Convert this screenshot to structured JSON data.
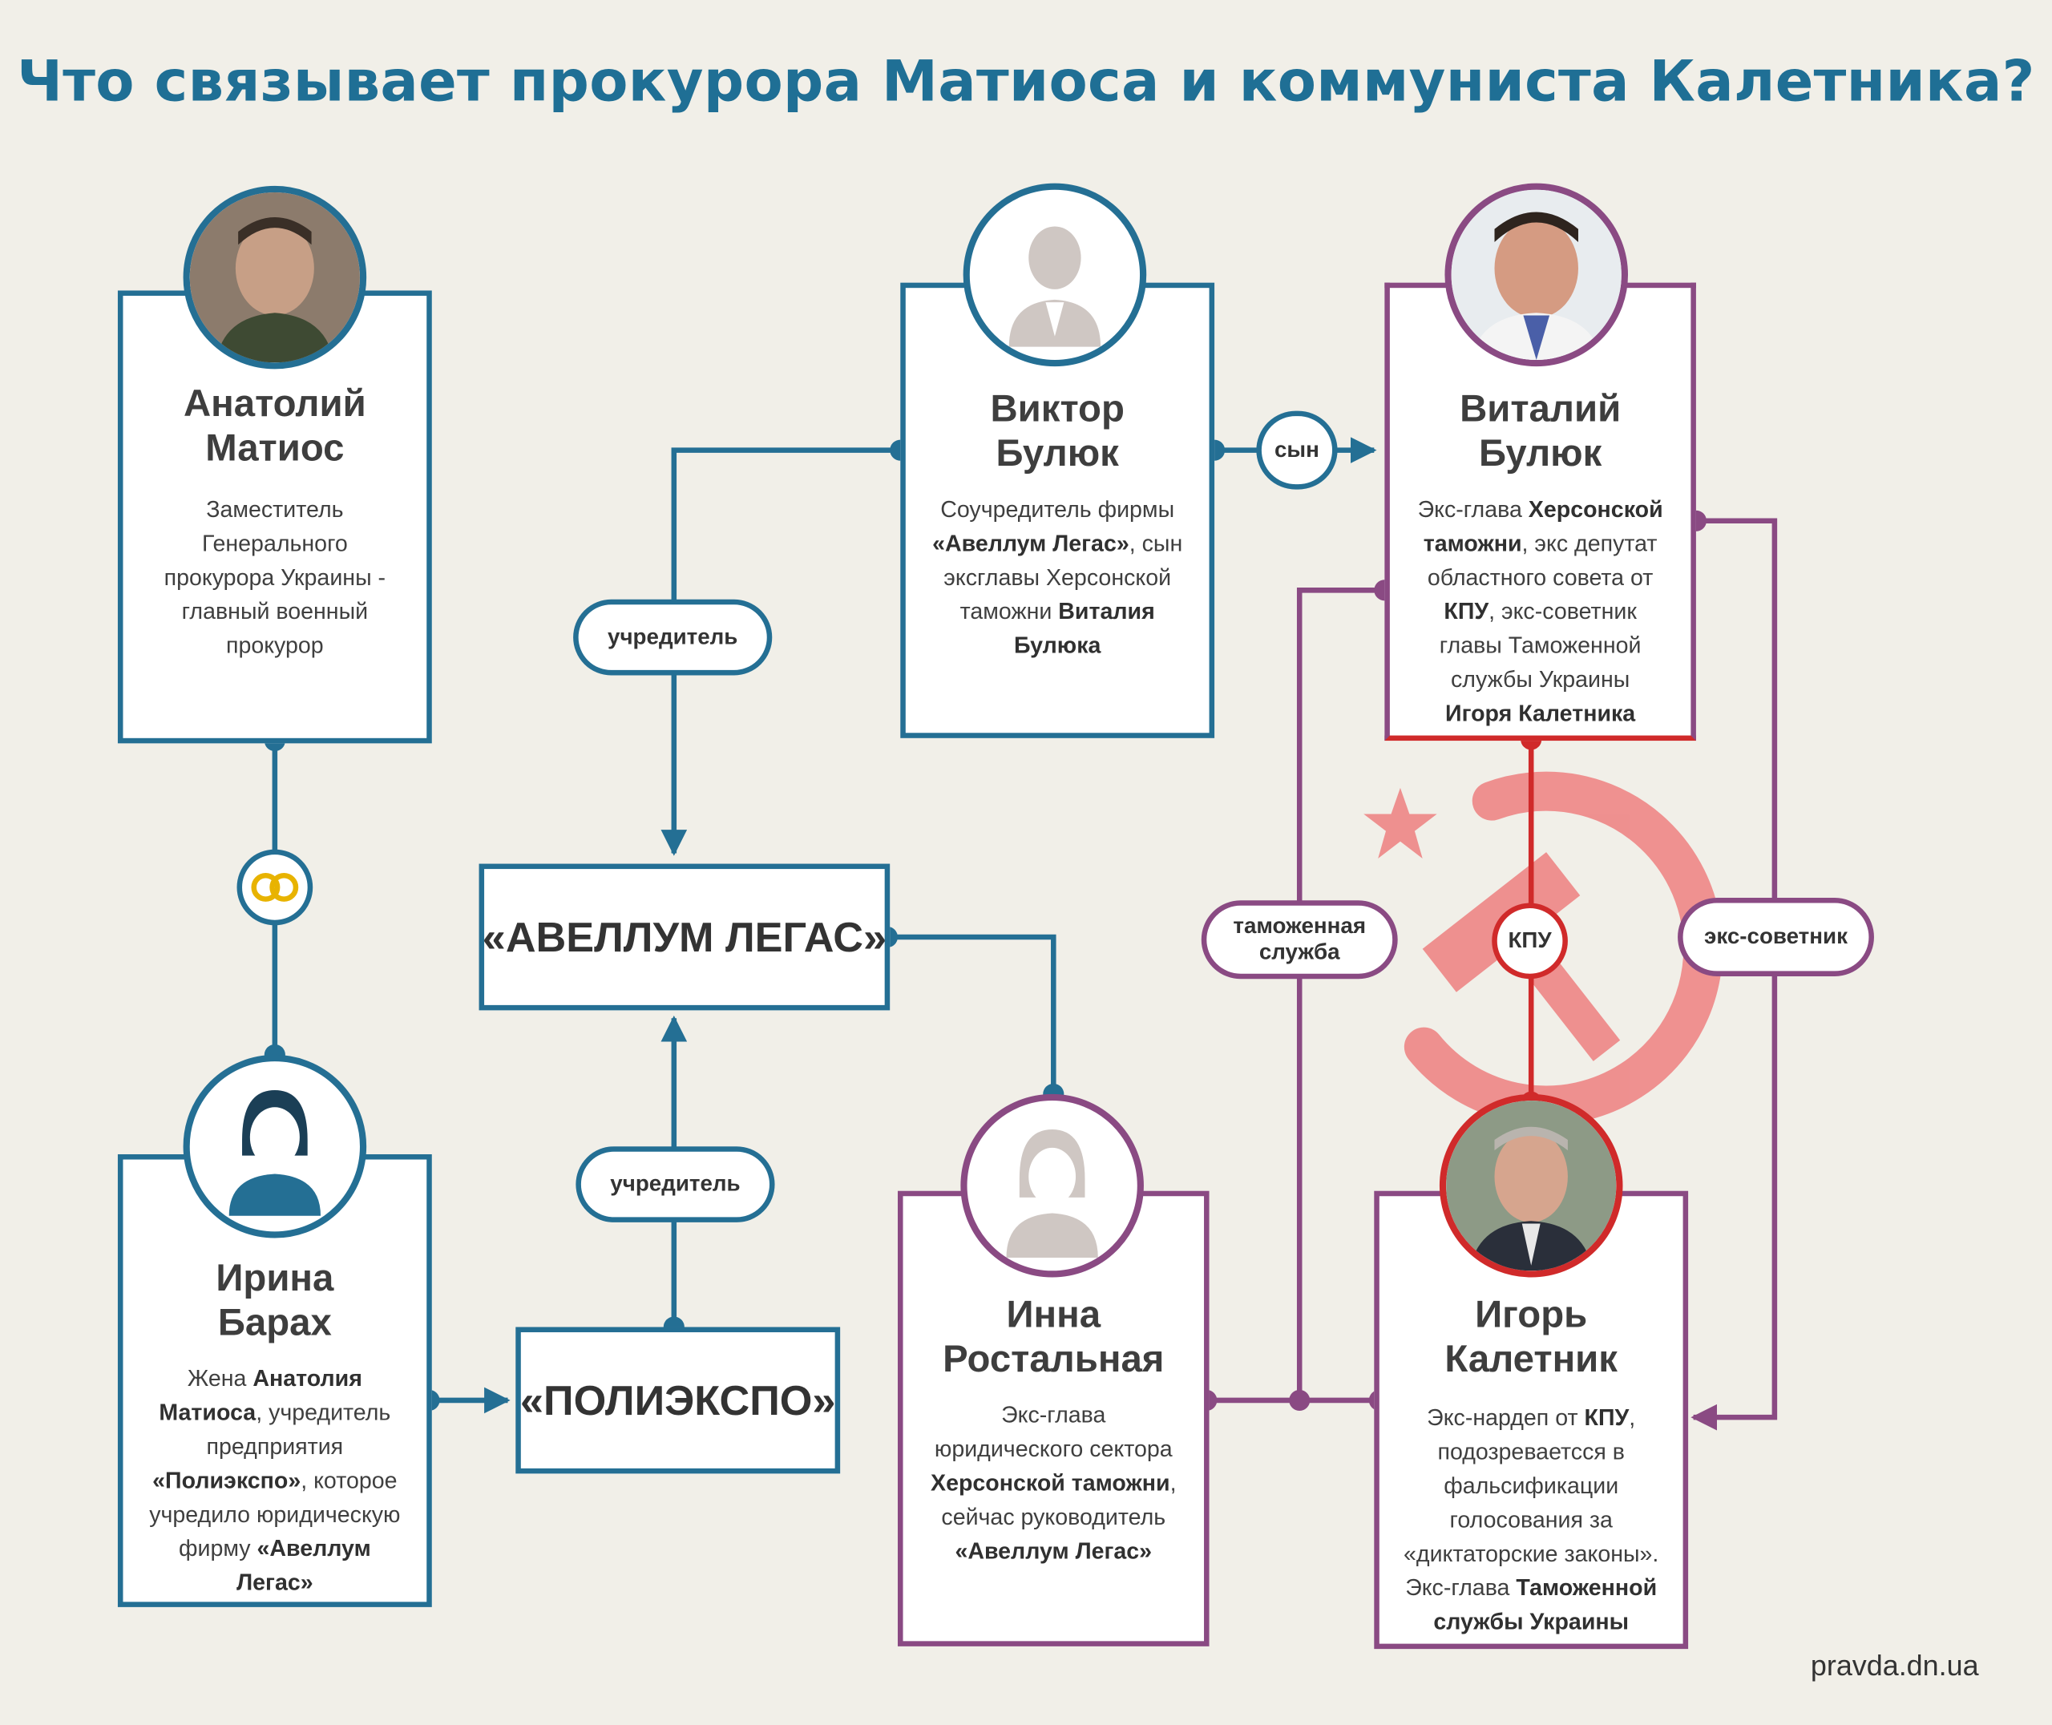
{
  "title": "Что связывает прокурора Матиоса и коммуниста Калетника?",
  "colors": {
    "blue": "#246f94",
    "purple": "#8a4a83",
    "red": "#d02a2a",
    "title": "#1f6f95"
  },
  "persons": {
    "matios": {
      "name": "Анатолий\nМатиос",
      "desc": [
        "Заместитель\nГенерального\nпрокурора Украины -\nглавный военный\nпрокурор"
      ],
      "icon": "man-photo-icon"
    },
    "barakh": {
      "name": "Ирина\nБарах",
      "icon": "woman-silhouette-icon",
      "desc": [
        "Жена ",
        "**Анатолия\nМатиоса**",
        ", учредитель\nпредприятия\n",
        "**«Полиэкспо»**",
        ", которое\nучредило юридическую\nфирму ",
        "**«Авеллум\nЛегас»**"
      ]
    },
    "viktor": {
      "name": "Виктор\nБулюк",
      "icon": "man-silhouette-icon",
      "desc": [
        "Соучредитель фирмы\n",
        "**«Авеллум Легас»**",
        ", сын\nэксглавы Херсонской\nтаможни ",
        "**Виталия\nБулюка**"
      ]
    },
    "vitaliy": {
      "name": "Виталий\nБулюк",
      "icon": "man-photo-icon",
      "desc": [
        "Экс-глава ",
        "**Херсонской\nтаможни**",
        ", экс депутат\nобластного совета от\n",
        "**КПУ**",
        ", экс-советник\nглавы Таможенной\nслужбы Украины\n",
        "**Игоря Калетника**"
      ]
    },
    "inna": {
      "name": "Инна\nРостальная",
      "icon": "woman-silhouette-icon",
      "desc": [
        "Экс-глава\nюридического сектора\n",
        "**Херсонской таможни**",
        ",\nсейчас руководитель\n",
        "**«Авеллум Легас»**"
      ]
    },
    "igor": {
      "name": "Игорь\nКалетник",
      "icon": "man-photo-icon",
      "desc": [
        "Экс-нардеп от ",
        "**КПУ**",
        ",\nподозреваетсся в\nфальсификации\nголосования за\n«диктаторские законы».\nЭкс-глава ",
        "**Таможенной\nслужбы Украины**"
      ]
    }
  },
  "orgs": {
    "avellum": "«АВЕЛЛУМ ЛЕГАС»",
    "polyexpo": "«ПОЛИЭКСПО»"
  },
  "labels": {
    "founder_top": "учредитель",
    "founder_bottom": "учредитель",
    "son": "сын",
    "customs": "таможенная\nслужба",
    "kpu": "КПУ",
    "ex_adviser": "экс-советник"
  },
  "marriage_icon": "wedding-rings-icon",
  "emblem": "hammer-and-sickle-icon",
  "credit": "pravda.dn.ua"
}
